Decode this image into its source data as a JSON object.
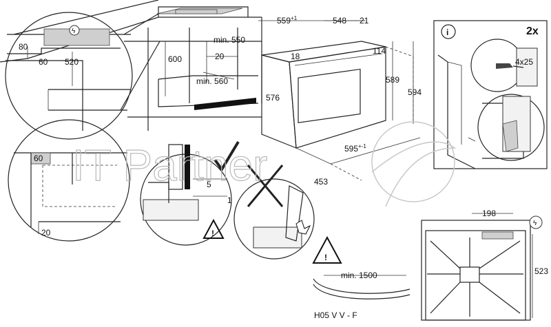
{
  "watermark": "IT Partner",
  "dimensions": {
    "d80": "80",
    "d60a": "60",
    "d520": "520",
    "d600": "600",
    "min550": "min. 550",
    "d20a": "20",
    "min560": "min. 560",
    "d559": "559",
    "d559_tol": "+1",
    "d548": "548",
    "d21": "21",
    "d18": "18",
    "d114": "114",
    "d576": "576",
    "d589": "589",
    "d594": "594",
    "d595": "595",
    "d595_tol": "+-1",
    "d453": "453",
    "d60b": "60",
    "d20b": "20",
    "d5": "5",
    "d1": "1",
    "d198": "198",
    "d523": "523",
    "min1500": "min. 1500",
    "cable": "H05 V V - F"
  },
  "info": {
    "info_glyph": "i",
    "multiplier": "2x",
    "screw": "4x25"
  }
}
